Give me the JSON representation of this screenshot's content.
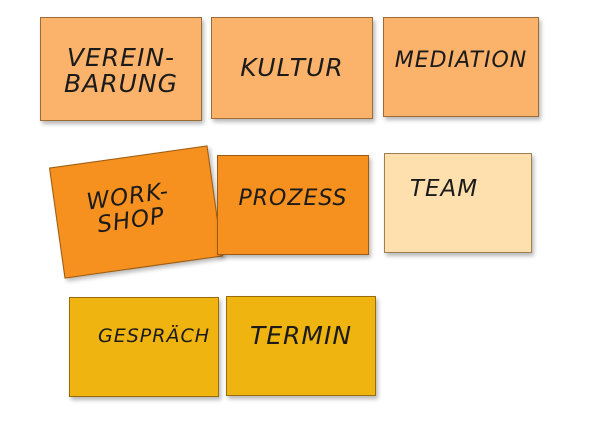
{
  "notes": [
    {
      "text": "Verein-\nbarung",
      "color": "#fbb26a"
    },
    {
      "text": "Kultur",
      "color": "#fbb26a"
    },
    {
      "text": "Mediation",
      "color": "#fbb26a"
    },
    {
      "text": "Work-\nshop",
      "color": "#f6901e"
    },
    {
      "text": "Prozess",
      "color": "#f6901e"
    },
    {
      "text": "Team",
      "color": "#fde0ad"
    },
    {
      "text": "Gespräch",
      "color": "#f0b410"
    },
    {
      "text": "Termin",
      "color": "#f0b410"
    }
  ]
}
